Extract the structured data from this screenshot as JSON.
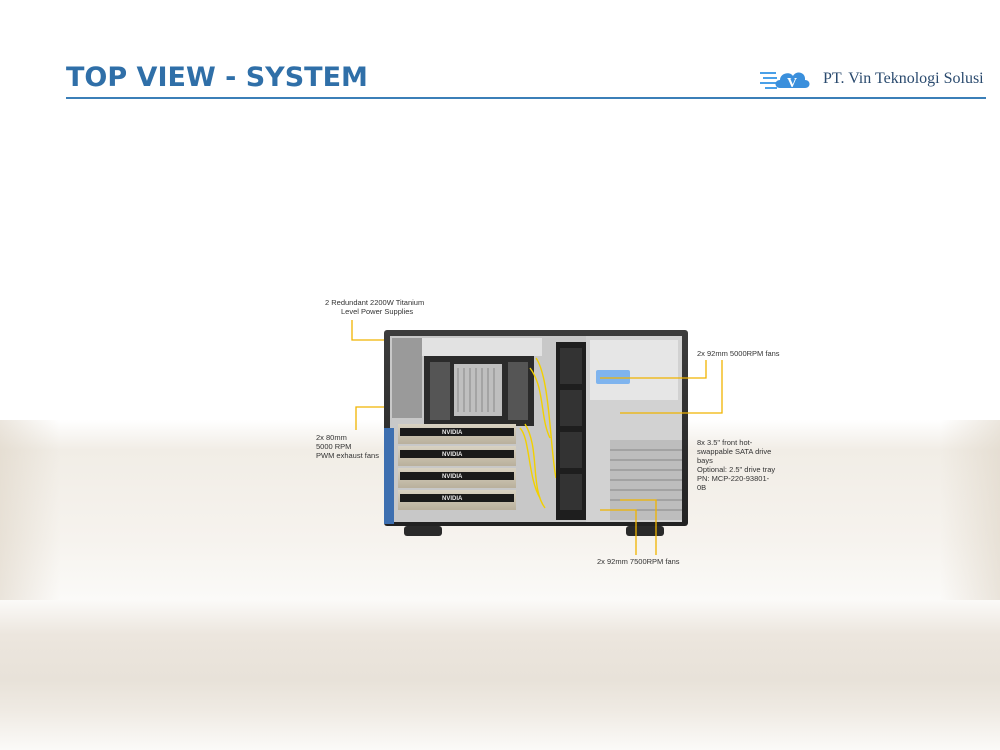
{
  "slide": {
    "title": "TOP VIEW - SYSTEM"
  },
  "logo": {
    "mark_letter": "V",
    "text": "PT. Vin Teknologi Solusi"
  },
  "callouts": {
    "power_supplies": {
      "line1": "2 Redundant  2200W Titanium",
      "line2": "Level Power Supplies"
    },
    "exhaust_fans": {
      "line1": "2x 80mm",
      "line2": "5000 RPM",
      "line3": "PWM exhaust fans"
    },
    "fans_5000": {
      "line1": "2x 92mm 5000RPM fans"
    },
    "drive_bays": {
      "line1": "8x 3.5\" front hot-",
      "line2": "swappable SATA drive",
      "line3": "bays",
      "line4": "Optional: 2.5\" drive tray",
      "line5": "PN: MCP-220-93801-",
      "line6": "0B"
    },
    "fans_7500": {
      "line1": "2x 92mm 7500RPM fans"
    }
  },
  "gpu_brand": "NVIDIA",
  "colors": {
    "title": "#2f6fa8",
    "leader": "#f0b400",
    "accent_blue": "#4aa0e8"
  },
  "icons": {
    "logo": "cloud-v-logo-icon"
  }
}
